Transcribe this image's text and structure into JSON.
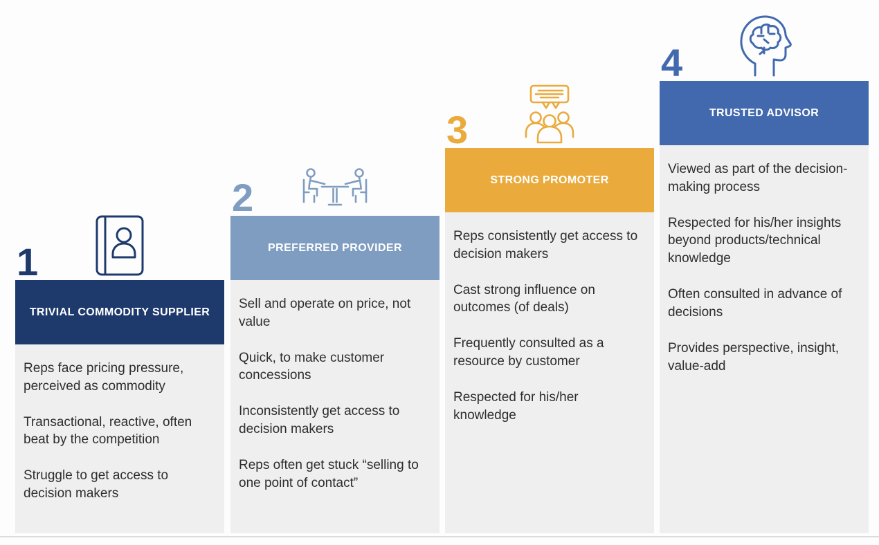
{
  "theme": {
    "page_bg": "#fdfdfd",
    "body_bg": "#efefef",
    "text_color": "#2d2d2d",
    "divider": "#dcdcdc"
  },
  "columns": [
    {
      "number": "1",
      "title": "TRIVIAL COMMODITY SUPPLIER",
      "icon": "contact-book-icon",
      "color": "#1e3a6d",
      "bullets": [
        "Reps face pricing pressure, perceived as commodity",
        "Transactional, reactive, often beat by the competition",
        "Struggle to get access to decision makers"
      ]
    },
    {
      "number": "2",
      "title": "PREFERRED PROVIDER",
      "icon": "meeting-table-icon",
      "color": "#7f9dc1",
      "bullets": [
        "Sell and operate on price, not value",
        "Quick, to make customer concessions",
        "Inconsistently get access to decision makers",
        "Reps often get stuck “selling to one point of contact”"
      ]
    },
    {
      "number": "3",
      "title": "STRONG PROMOTER",
      "icon": "promoter-group-icon",
      "color": "#eaaa3c",
      "bullets": [
        "Reps consistently get access to decision makers",
        "Cast strong influence on outcomes (of deals)",
        "Frequently consulted as a resource by customer",
        "Respected for his/her knowledge"
      ]
    },
    {
      "number": "4",
      "title": "TRUSTED ADVISOR",
      "icon": "brain-head-icon",
      "color": "#4269ae",
      "bullets": [
        "Viewed as part of the decision-making process",
        "Respected for his/her insights beyond products/technical knowledge",
        "Often consulted in advance of decisions",
        "Provides perspective, insight, value-add"
      ]
    }
  ]
}
